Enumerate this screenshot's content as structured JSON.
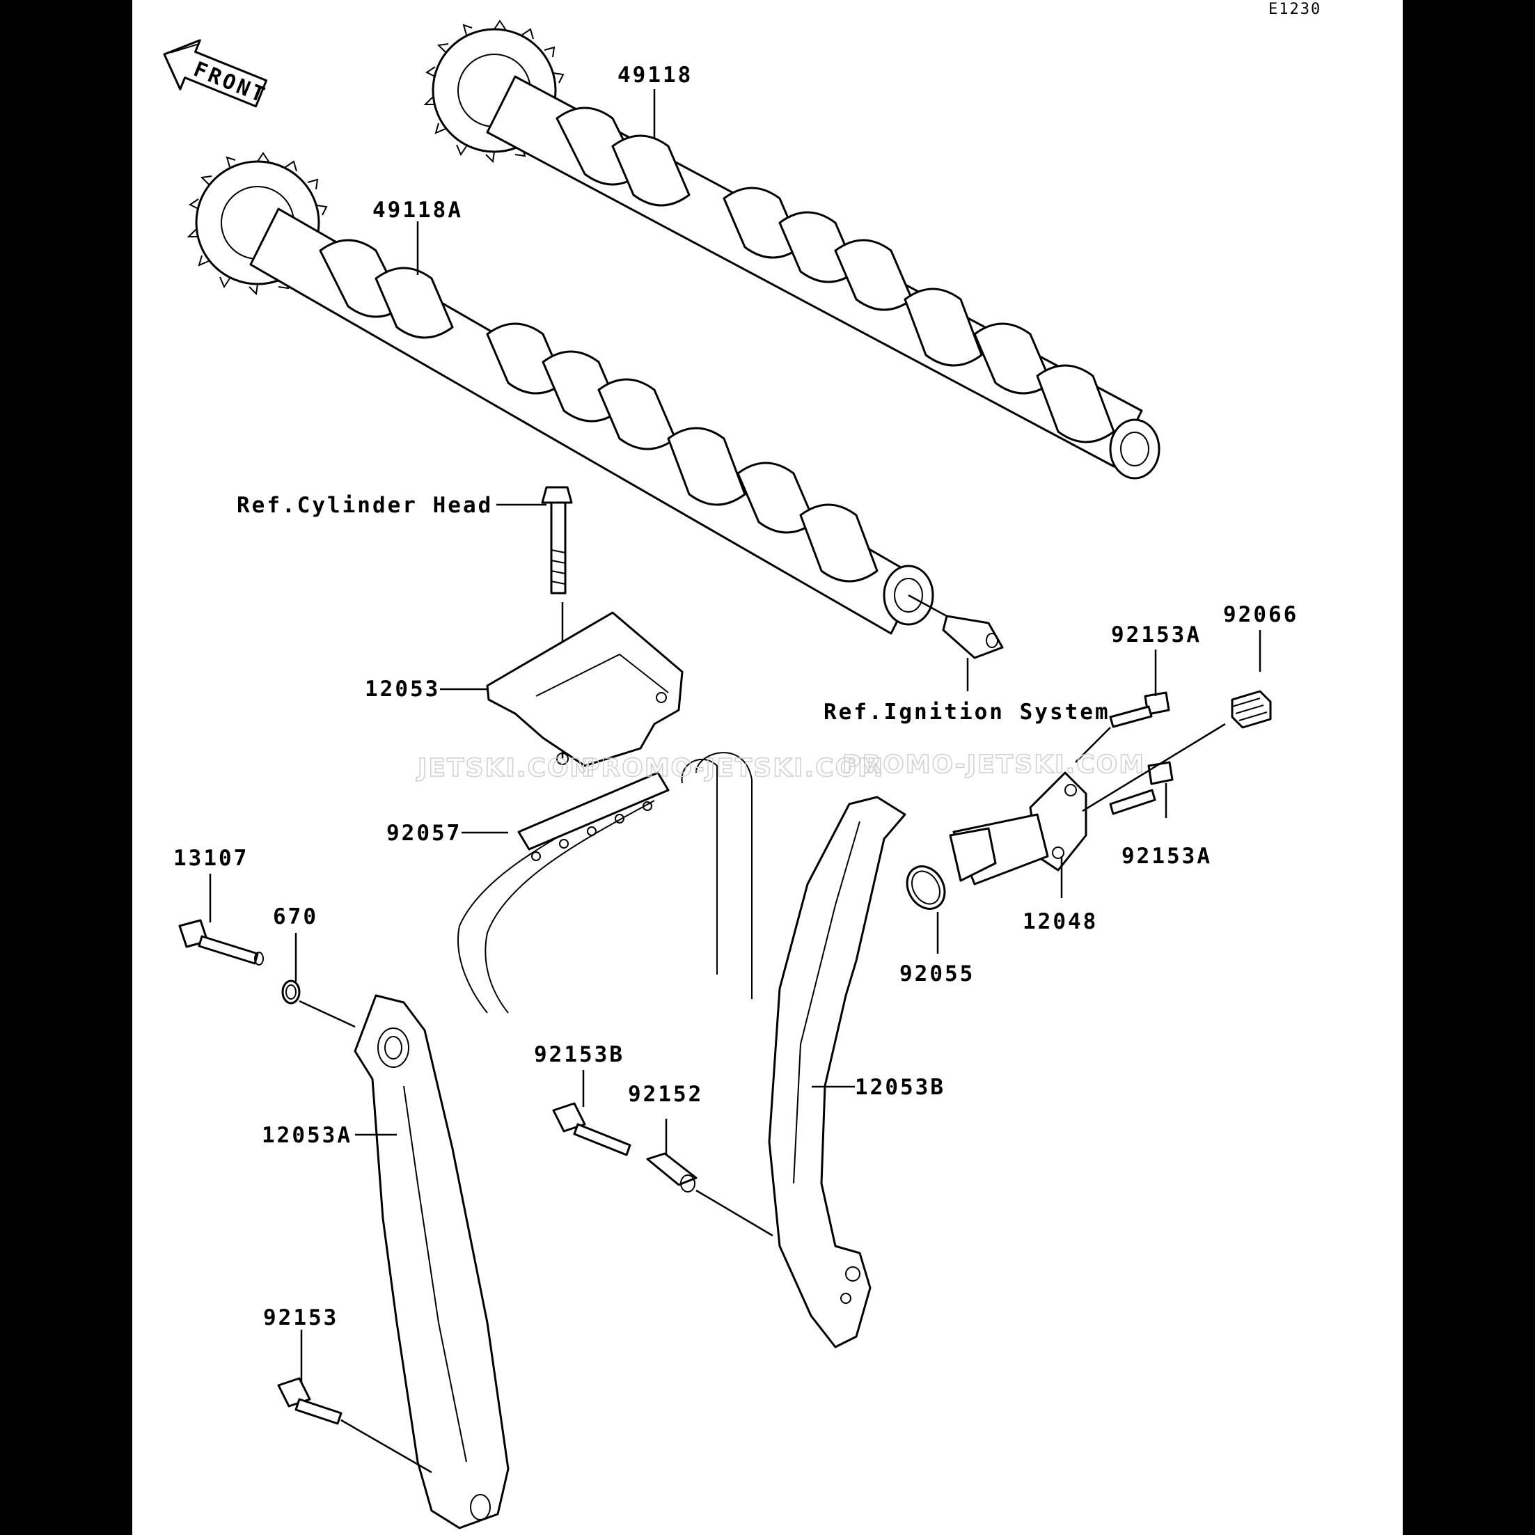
{
  "diagram_code": "E1230",
  "front_arrow_label": "FRONT",
  "watermarks": [
    "JETSKI.COM",
    "PROMO-JETSKI.COM",
    "PROMO-JETSKI.COM"
  ],
  "callouts": {
    "p49118": "49118",
    "p49118A": "49118A",
    "ref_cyl": "Ref.Cylinder Head",
    "p12053": "12053",
    "ref_ign": "Ref.Ignition System",
    "p92153A_top": "92153A",
    "p92066": "92066",
    "p92057": "92057",
    "p92153A_bot": "92153A",
    "p13107": "13107",
    "p670": "670",
    "p12048": "12048",
    "p92055": "92055",
    "p92153B": "92153B",
    "p92152": "92152",
    "p12053B": "12053B",
    "p12053A": "12053A",
    "p92153": "92153"
  }
}
